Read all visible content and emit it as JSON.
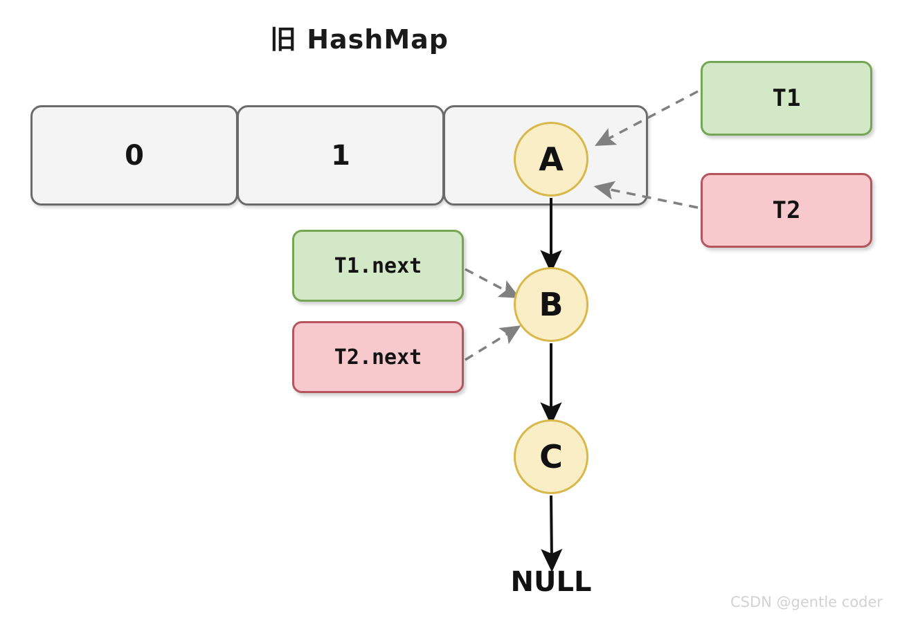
{
  "title": "旧 HashMap",
  "buckets": [
    {
      "label": "0"
    },
    {
      "label": "1"
    },
    {
      "label": ""
    }
  ],
  "nodes": [
    {
      "id": "A",
      "label": "A"
    },
    {
      "id": "B",
      "label": "B"
    },
    {
      "id": "C",
      "label": "C"
    }
  ],
  "terminator": "NULL",
  "notes": [
    {
      "id": "t1",
      "label": "T1",
      "color": "#d3e8c6",
      "border": "#74a656",
      "thread": "T1"
    },
    {
      "id": "t2",
      "label": "T2",
      "color": "#f7c9cc",
      "border": "#b5565e",
      "thread": "T2"
    },
    {
      "id": "t1-next",
      "label": "T1.next",
      "color": "#d3e8c6",
      "border": "#74a656",
      "thread": "T1"
    },
    {
      "id": "t2-next",
      "label": "T2.next",
      "color": "#f7c9cc",
      "border": "#b5565e",
      "thread": "T2"
    }
  ],
  "edges": [
    {
      "from": "A",
      "to": "B",
      "style": "solid",
      "color": "#111111"
    },
    {
      "from": "B",
      "to": "C",
      "style": "solid",
      "color": "#111111"
    },
    {
      "from": "C",
      "to": "NULL",
      "style": "solid",
      "color": "#111111"
    },
    {
      "from": "T1",
      "to": "A",
      "style": "dashed",
      "color": "#808080"
    },
    {
      "from": "T2",
      "to": "A",
      "style": "dashed",
      "color": "#808080"
    },
    {
      "from": "T1.next",
      "to": "B",
      "style": "dashed",
      "color": "#808080"
    },
    {
      "from": "T2.next",
      "to": "B",
      "style": "dashed",
      "color": "#808080"
    }
  ],
  "colors": {
    "node_fill": "#faeec6",
    "node_border": "#d8b84a",
    "cell_fill": "#f4f4f4",
    "cell_border": "#6b6b6b",
    "arrow_solid": "#111111",
    "arrow_dashed": "#808080",
    "background": "#ffffff"
  },
  "watermark": "CSDN @gentle coder"
}
